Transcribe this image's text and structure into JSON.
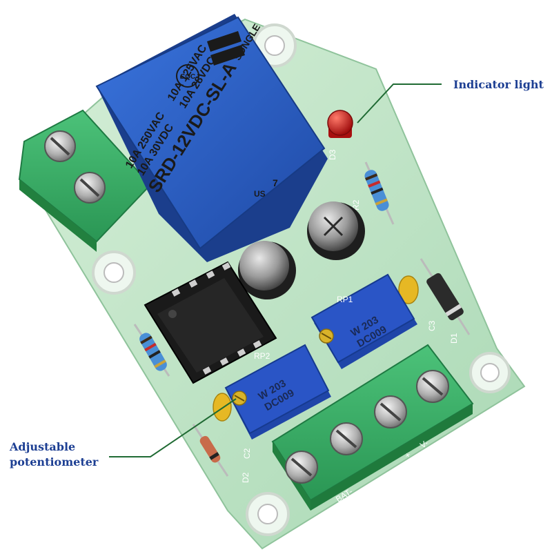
{
  "callouts": {
    "indicator": "Indicator light",
    "potentiometer_line1": "Adjustable",
    "potentiometer_line2": "potentiometer"
  },
  "relay": {
    "model": "SRD-12VDC-SL-A",
    "rating_ac_1": "10A 250VAC",
    "rating_dc_1": "10A 30VDC",
    "rating_ac_2": "10A 125VAC",
    "rating_dc_2": "10A 28VDC",
    "brand": "SONGLE",
    "cert": "CQC",
    "pin7": "7",
    "us": "US"
  },
  "potentiometers": [
    {
      "ref": "RP1",
      "line1": "W 203",
      "line2": "DC009"
    },
    {
      "ref": "RP2",
      "line1": "W 203",
      "line2": "DC009"
    }
  ],
  "silkscreen": {
    "d3": "D3",
    "r2": "R2",
    "c3": "C3",
    "d1": "D1",
    "c2": "C2",
    "d2": "D2",
    "bat": "BAT-",
    "plus": "+",
    "v": "V-"
  },
  "colors": {
    "pcb": "#bfe3c6",
    "relay": "#2f62c8",
    "terminal": "#3cb068",
    "pot": "#2a52c0",
    "callout_text": "#1d3f93",
    "callout_line": "#1f6a33",
    "led": "#d81e1e"
  }
}
